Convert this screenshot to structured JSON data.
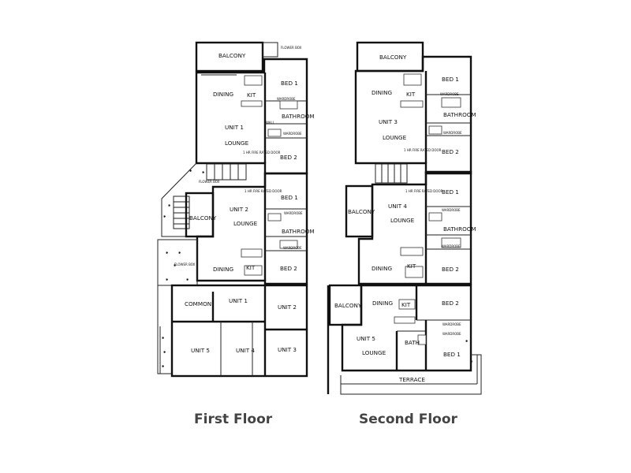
{
  "floors": {
    "first": {
      "title": "First Floor",
      "labels": {
        "balcony_top": "BALCONY",
        "flower_box_top": "FLOWER BOX",
        "unit1": "UNIT 1",
        "dining1": "DINING",
        "kit1": "KIT",
        "lounge1": "LOUNGE",
        "bed1_u1": "BED 1",
        "bathroom_u1": "BATHROOM",
        "bed2_u1": "BED 2",
        "wall_u1": "WALL",
        "fire_door_u1": "1 HR FIRE RATED DOOR",
        "flower_box_mid": "FLOWER BOX",
        "unit2": "UNIT 2",
        "lounge2": "LOUNGE",
        "balcony2": "BALCONY",
        "bed1_u2": "BED 1",
        "bathroom_u2": "BATHROOM",
        "bed2_u2": "BED 2",
        "dining2": "DINING",
        "kit2": "KIT",
        "fire_door_u2": "1 HR FIRE RATED DOOR",
        "flower_box_left": "FLOWER BOX",
        "common": "COMMON",
        "storage_unit1": "UNIT 1",
        "storage_unit2": "UNIT 2",
        "storage_unit5": "UNIT 5",
        "storage_unit4": "UNIT 4",
        "storage_unit3": "UNIT 3",
        "wardrobe_u1": "WARDROBE",
        "wardrobe_u1b": "WARDROBE",
        "wardrobe_u2": "WARDROBE",
        "wardrobe_u2b": "WARDROBE"
      }
    },
    "second": {
      "title": "Second Floor",
      "labels": {
        "balcony_top": "BALCONY",
        "unit3": "UNIT 3",
        "dining3": "DINING",
        "kit3": "KIT",
        "lounge3": "LOUNGE",
        "bed1_u3": "BED 1",
        "bathroom_u3": "BATHROOM",
        "bed2_u3": "BED 2",
        "fire_door_u3": "1 HR FIRE RATED DOOR",
        "unit4": "UNIT 4",
        "lounge4": "LOUNGE",
        "balcony4": "BALCONY",
        "bed1_u4": "BED 1",
        "bathroom_u4": "BATHROOM",
        "dining4": "DINING",
        "kit4": "KIT",
        "bed2_u4": "BED 2",
        "fire_door_u4": "1 HR FIRE RATED DOOR",
        "balcony5": "BALCONY",
        "dining5": "DINING",
        "kit5": "KIT",
        "bed2_u5": "BED 2",
        "unit5": "UNIT 5",
        "lounge5": "LOUNGE",
        "bath5": "BATH",
        "bed1_u5": "BED 1",
        "terrace": "TERRACE",
        "wardrobe_u3": "WARDROBE",
        "wardrobe_u3b": "WARDROBE",
        "wardrobe_u4": "WARDROBE",
        "wardrobe_u4b": "WARDROBE",
        "wardrobe_u5": "WARDROBE",
        "wardrobe_u5b": "WARDROBE"
      }
    }
  }
}
